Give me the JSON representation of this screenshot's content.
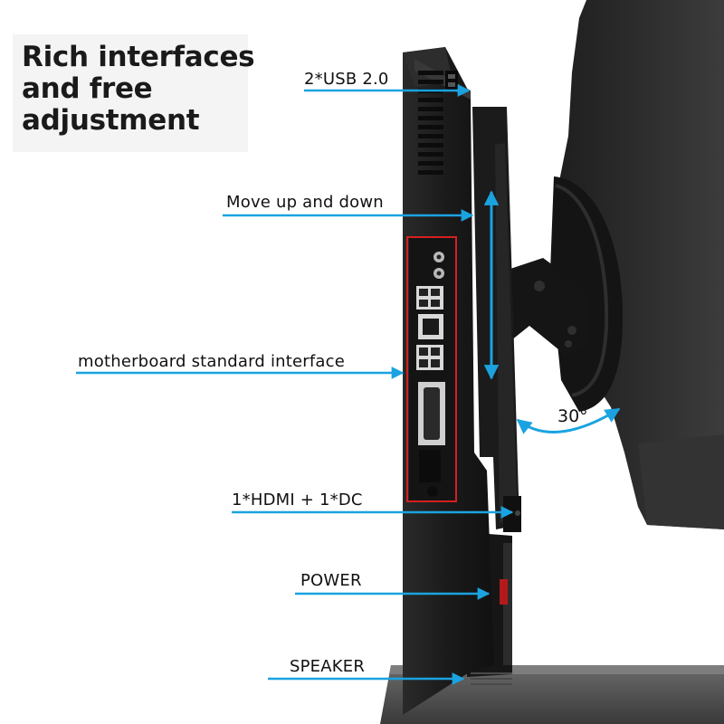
{
  "headline": {
    "line1": "Rich interfaces",
    "line2": "and free",
    "line3": "adjustment"
  },
  "callouts": {
    "usb": "2*USB 2.0",
    "move": "Move up and down",
    "motherboard": "motherboard standard interface",
    "hdmi_dc": "1*HDMI + 1*DC",
    "power": "POWER",
    "speaker": "SPEAKER"
  },
  "tilt_angle": "30°",
  "colors": {
    "arrow": "#1aa3e0",
    "device_body": "#1c1c1c",
    "highlight_box": "#d42020",
    "background": "#ffffff"
  }
}
